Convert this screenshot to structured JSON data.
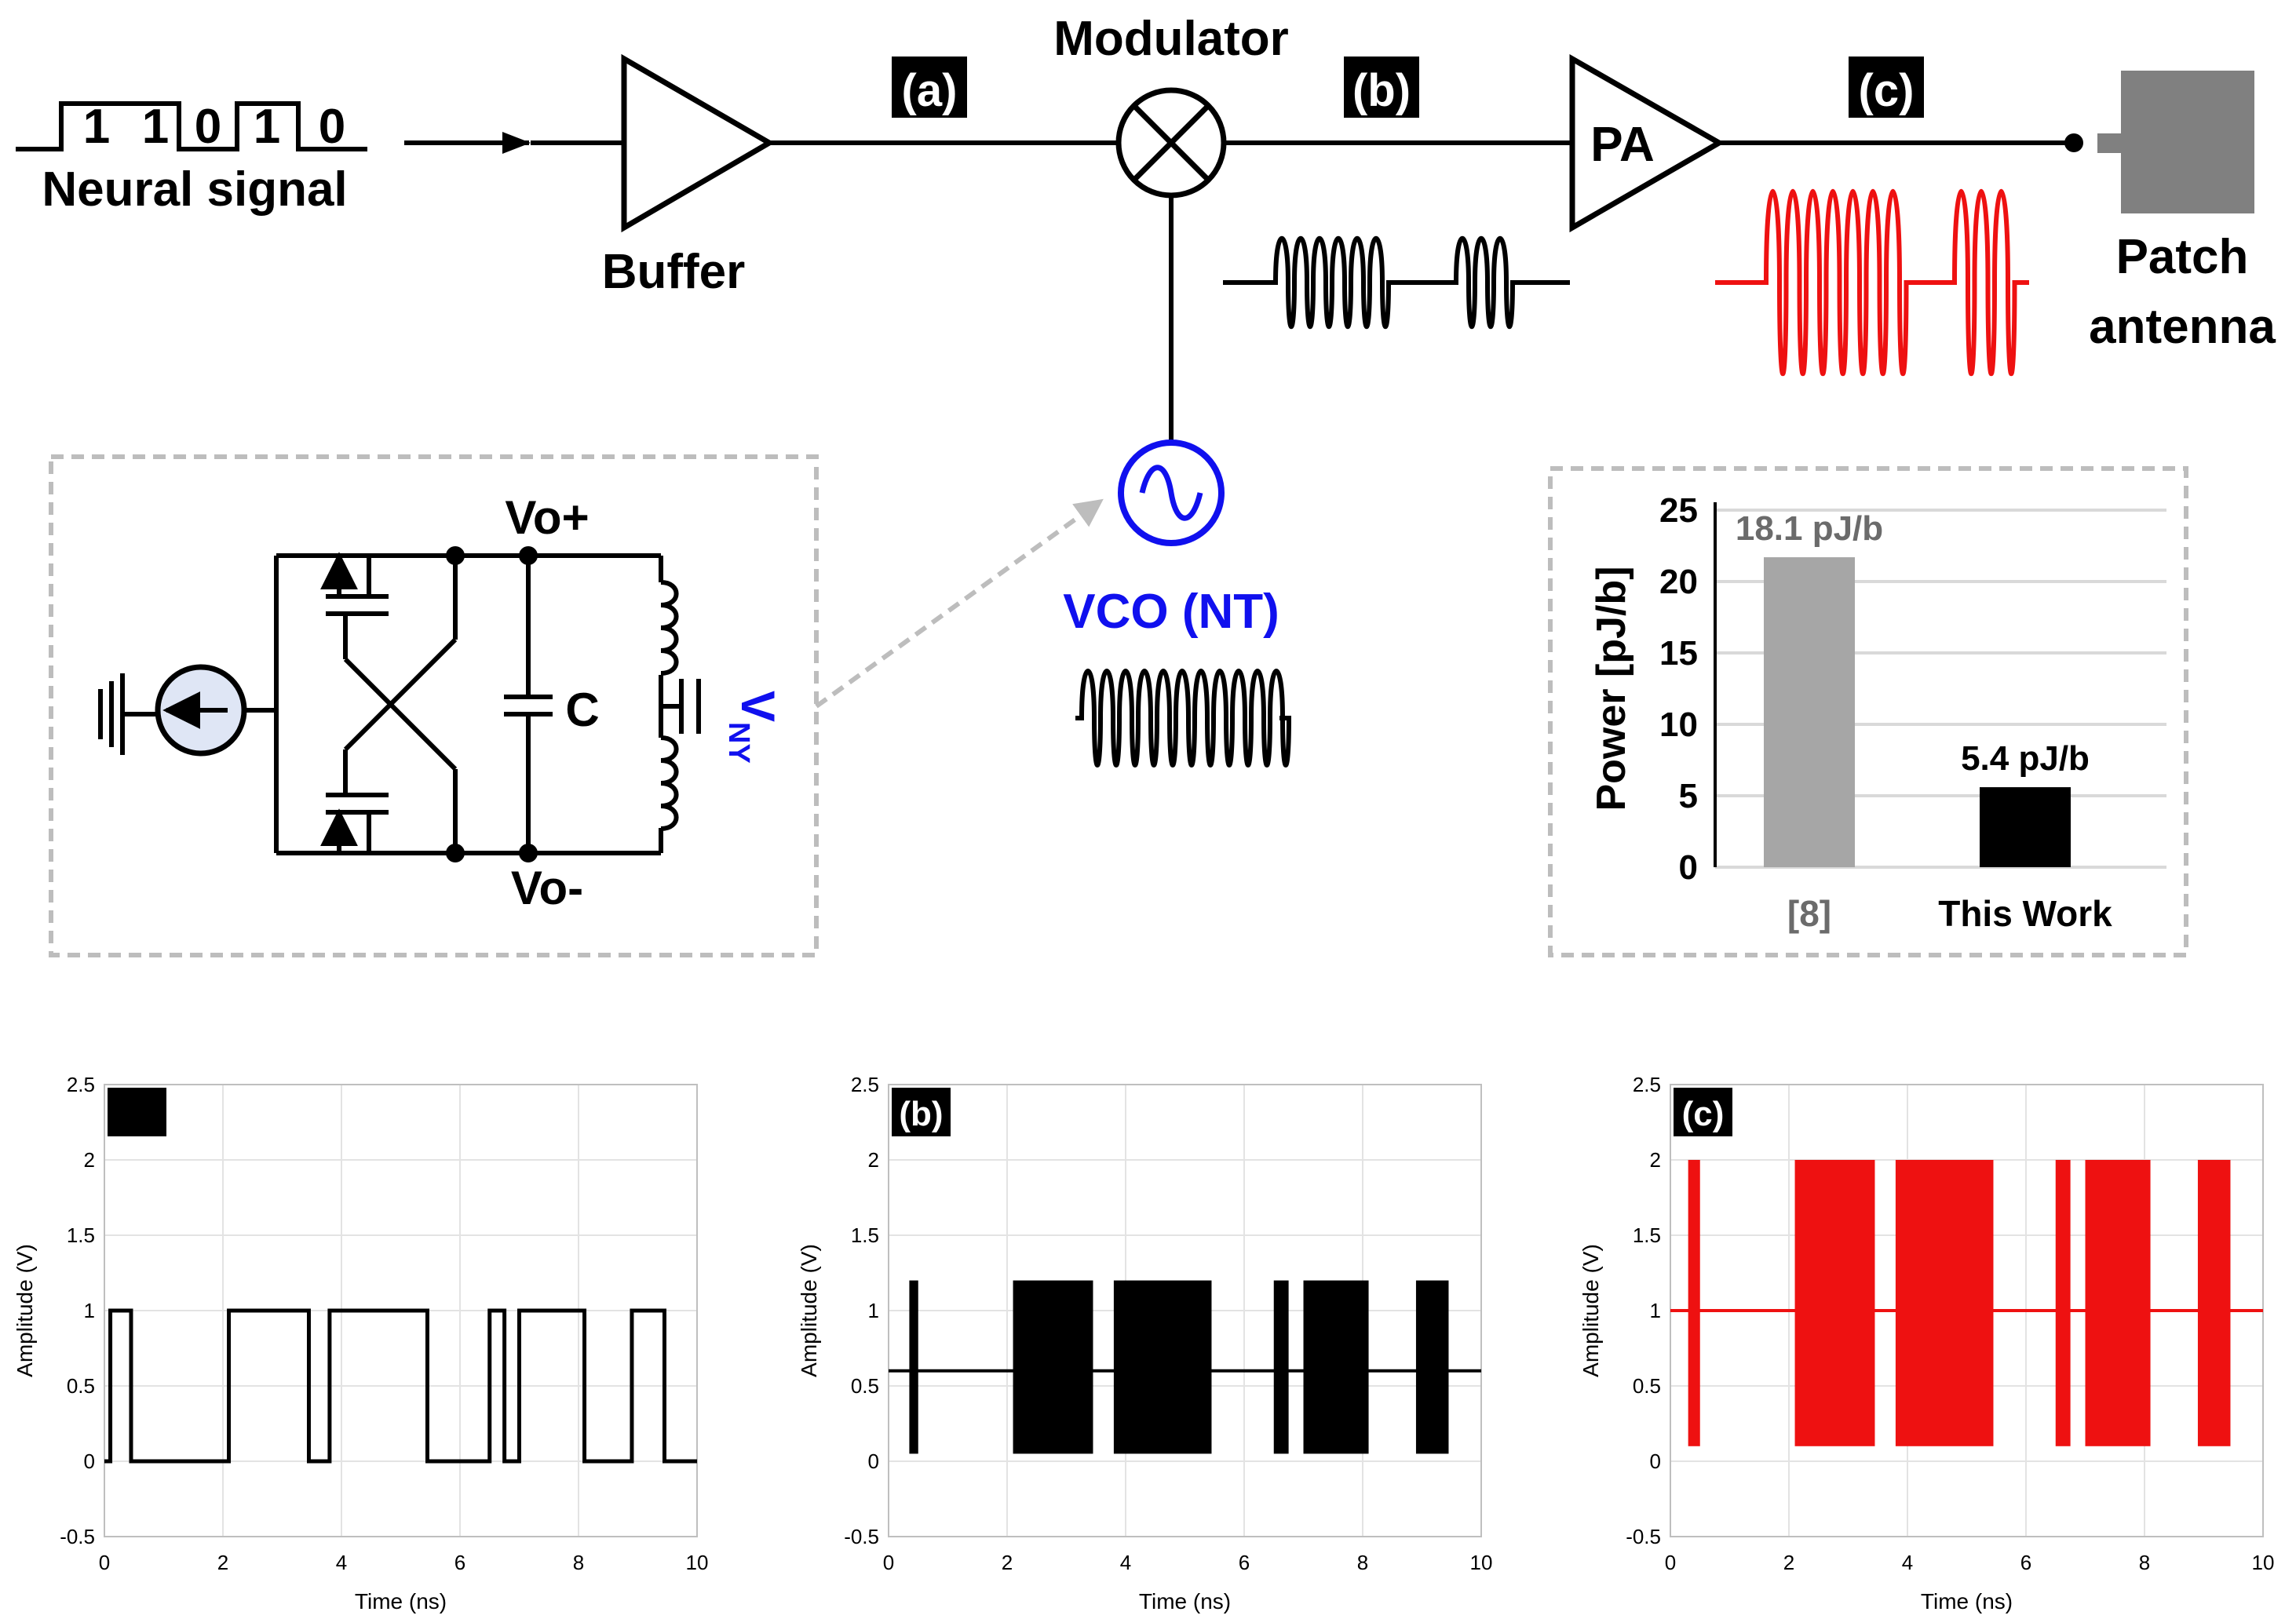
{
  "signal_bits": [
    "1",
    "1",
    "0",
    "1",
    "0"
  ],
  "labels": {
    "neural_signal": "Neural signal",
    "buffer": "Buffer",
    "modulator": "Modulator",
    "pa": "PA",
    "antenna_line1": "Patch",
    "antenna_line2": "antenna",
    "tag_a": "(a)",
    "tag_b": "(b)",
    "tag_c": "(c)",
    "vco": "VCO (NT)",
    "vo_plus": "Vo+",
    "vo_minus": "Vo-",
    "cap": "C",
    "vny_main": "V",
    "vny_sub": "NY"
  },
  "colors": {
    "vco_blue": "#1010ee",
    "pa_red": "#ee1111",
    "bar_ref": "#a6a6a6",
    "bar_this": "#000000",
    "dashed_frame": "#bdbdbd",
    "value_gray": "#6b6b6b"
  },
  "chart_data": [
    {
      "type": "bar",
      "categories": [
        "[8]",
        "This Work"
      ],
      "values": [
        21.7,
        5.6
      ],
      "data_labels": [
        "18.1 pJ/b",
        "5.4 pJ/b"
      ],
      "title": "",
      "xlabel": "",
      "ylabel": "Power [pJ/b]",
      "ylim": [
        0,
        25
      ],
      "yticks": [
        "0",
        "5",
        "10",
        "15",
        "20",
        "25"
      ],
      "grid": true
    },
    {
      "type": "line",
      "title": "",
      "panel_tag": "",
      "xlabel": "Time (ns)",
      "ylabel": "Amplitude (V)",
      "xlim": [
        0,
        10
      ],
      "ylim": [
        -0.5,
        2.5
      ],
      "xticks": [
        "0",
        "2",
        "4",
        "6",
        "8",
        "10"
      ],
      "yticks": [
        "-0.5",
        "0",
        "0.5",
        "1",
        "1.5",
        "2",
        "2.5"
      ],
      "grid": true,
      "series": [
        {
          "high_intervals_ns": [
            [
              0.1,
              0.45
            ],
            [
              2.1,
              3.45
            ],
            [
              3.8,
              5.45
            ],
            [
              6.5,
              6.75
            ],
            [
              7.0,
              8.1
            ],
            [
              8.9,
              9.45
            ]
          ],
          "low_level_V": 0,
          "high_level_V": 1
        }
      ]
    },
    {
      "type": "line",
      "title": "",
      "panel_tag": "(b)",
      "xlabel": "Time (ns)",
      "ylabel": "Amplitude (V)",
      "xlim": [
        0,
        10
      ],
      "ylim": [
        -0.5,
        2.5
      ],
      "xticks": [
        "0",
        "2",
        "4",
        "6",
        "8",
        "10"
      ],
      "yticks": [
        "-0.5",
        "0",
        "0.5",
        "1",
        "1.5",
        "2",
        "2.5"
      ],
      "grid": true,
      "series": [
        {
          "burst_intervals_ns": [
            [
              0.35,
              0.5
            ],
            [
              2.1,
              3.45
            ],
            [
              3.8,
              5.45
            ],
            [
              6.5,
              6.75
            ],
            [
              7.0,
              8.1
            ],
            [
              8.9,
              9.45
            ]
          ],
          "baseline_V": 0.6,
          "peak_V": 1.2,
          "trough_V": 0.05
        }
      ]
    },
    {
      "type": "line",
      "title": "",
      "panel_tag": "(c)",
      "xlabel": "Time (ns)",
      "ylabel": "Amplitude (V)",
      "xlim": [
        0,
        10
      ],
      "ylim": [
        -0.5,
        2.5
      ],
      "xticks": [
        "0",
        "2",
        "4",
        "6",
        "8",
        "10"
      ],
      "yticks": [
        "-0.5",
        "0",
        "0.5",
        "1",
        "1.5",
        "2",
        "2.5"
      ],
      "grid": true,
      "series": [
        {
          "burst_intervals_ns": [
            [
              0.3,
              0.5
            ],
            [
              2.1,
              3.45
            ],
            [
              3.8,
              5.45
            ],
            [
              6.5,
              6.75
            ],
            [
              7.0,
              8.1
            ],
            [
              8.9,
              9.45
            ]
          ],
          "baseline_V": 1.0,
          "peak_V": 2.0,
          "trough_V": 0.1
        }
      ]
    }
  ]
}
